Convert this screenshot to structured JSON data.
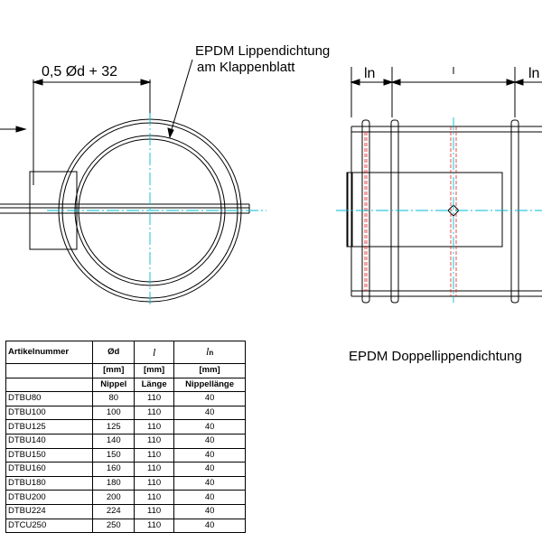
{
  "annotations": {
    "dim_distance": "0,5 Ød + 32",
    "lip_seal_line1": "EPDM Lippendichtung",
    "lip_seal_line2": "am Klappenblatt",
    "dim_ln_left": "ln",
    "dim_l": "l",
    "dim_ln_right": "ln",
    "double_lip_seal": "EPDM Doppellippendichtung"
  },
  "table": {
    "header1": [
      "Artikelnummer",
      "Ød",
      "l",
      "l"
    ],
    "header1_subscript": "n",
    "header2": [
      "",
      "[mm]",
      "[mm]",
      "[mm]"
    ],
    "header3": [
      "",
      "Nippel",
      "Länge",
      "Nippellänge"
    ],
    "rows": [
      [
        "DTBU80",
        "80",
        "110",
        "40"
      ],
      [
        "DTBU100",
        "100",
        "110",
        "40"
      ],
      [
        "DTBU125",
        "125",
        "110",
        "40"
      ],
      [
        "DTBU140",
        "140",
        "110",
        "40"
      ],
      [
        "DTBU150",
        "150",
        "110",
        "40"
      ],
      [
        "DTBU160",
        "160",
        "110",
        "40"
      ],
      [
        "DTBU180",
        "180",
        "110",
        "40"
      ],
      [
        "DTBU200",
        "200",
        "110",
        "40"
      ],
      [
        "DTBU224",
        "224",
        "110",
        "40"
      ],
      [
        "DTCU250",
        "250",
        "110",
        "40"
      ]
    ]
  },
  "colors": {
    "line": "#000000",
    "center_line": "#00bcd4",
    "hidden_line": "#e02020"
  }
}
